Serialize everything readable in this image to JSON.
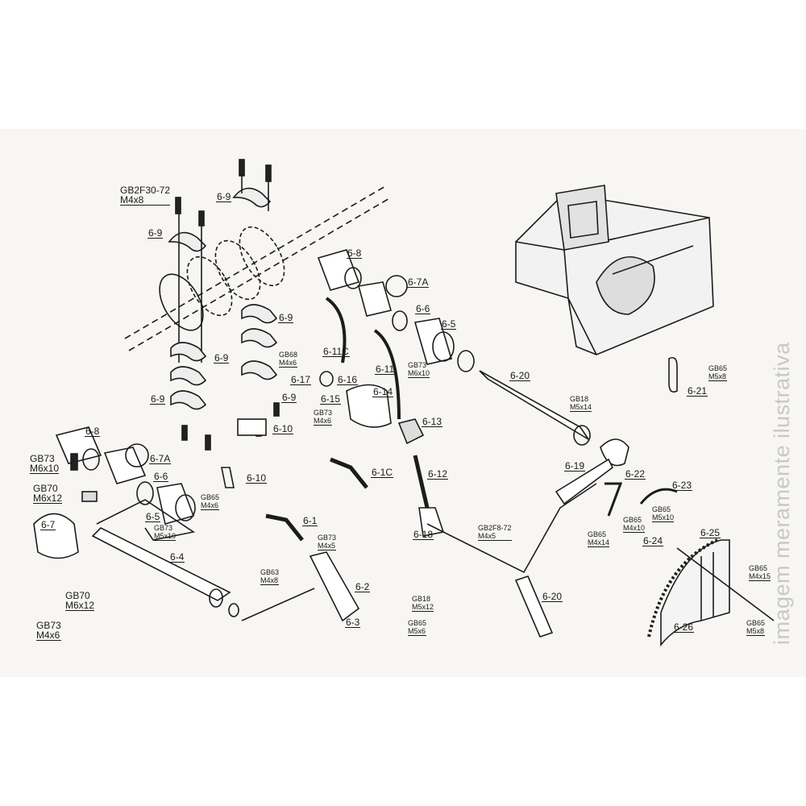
{
  "watermark": "imagem meramente ilustrativa",
  "labels": [
    "6-9",
    "6-9",
    "6-9",
    "6-9",
    "6-9",
    "6-9",
    "6-8",
    "6-7A",
    "6-6",
    "6-5",
    "6-20",
    "6-11C",
    "6-11",
    "6-17",
    "6-16",
    "6-15",
    "6-14",
    "6-13",
    "6-10",
    "6-8",
    "6-7A",
    "6-6",
    "6-10",
    "6-5",
    "6-7",
    "6-4",
    "6-1C",
    "6-12",
    "6-1",
    "6-2",
    "6-3",
    "6-18",
    "6-20",
    "6-19",
    "6-22",
    "6-23",
    "6-24",
    "6-25",
    "6-26",
    "6-21"
  ],
  "fasteners": [
    [
      "GB2F30-72",
      "M4x8"
    ],
    [
      "GB68",
      "M4x6"
    ],
    [
      "GB73",
      "M6x10"
    ],
    [
      "GB73",
      "M4x6"
    ],
    [
      "GB73",
      "M6x10"
    ],
    [
      "GB70",
      "M6x12"
    ],
    [
      "GB65",
      "M4x6"
    ],
    [
      "GB73",
      "M5x10"
    ],
    [
      "GB70",
      "M6x12"
    ],
    [
      "GB73",
      "M4x6"
    ],
    [
      "GB73",
      "M4x5"
    ],
    [
      "GB63",
      "M4x8"
    ],
    [
      "GB18",
      "M5x12"
    ],
    [
      "GB65",
      "M5x6"
    ],
    [
      "GB2F8-72",
      "M4x5"
    ],
    [
      "GB18",
      "M5x14"
    ],
    [
      "GB65",
      "M5x10"
    ],
    [
      "GB65",
      "M4x10"
    ],
    [
      "GB65",
      "M4x14"
    ],
    [
      "GB65",
      "M4x15"
    ],
    [
      "GB65",
      "M5x8"
    ],
    [
      "GB65",
      "M5x8"
    ]
  ]
}
